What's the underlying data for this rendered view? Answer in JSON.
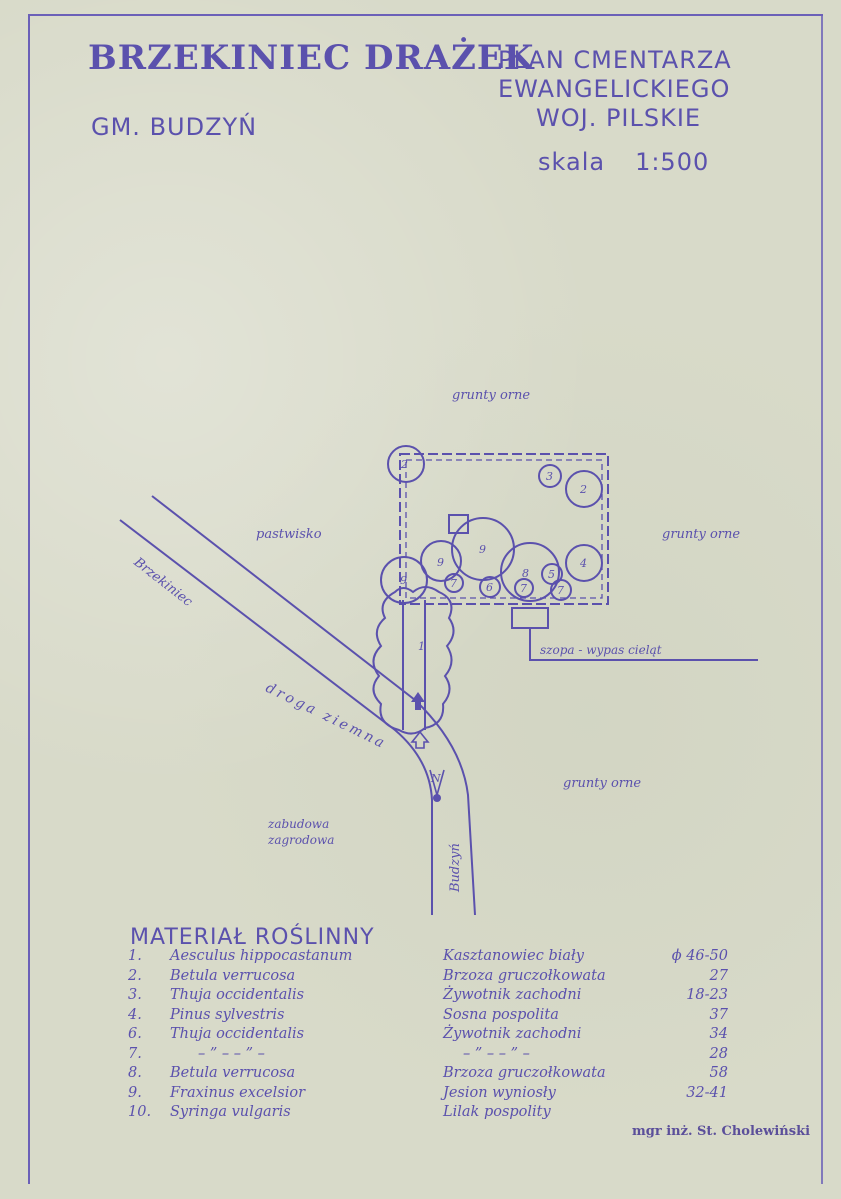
{
  "header": {
    "village": "BRZEKINIEC DRAŻEK",
    "plan_lines": [
      "PLAN CMENTARZA",
      "EWANGELICKIEGO",
      "WOJ. PILSKIE"
    ],
    "gmina": "GM. BUDZYŃ",
    "scale_label": "skala",
    "scale_value": "1:500"
  },
  "map": {
    "labels": {
      "north_field": "grunty orne",
      "east_field": "grunty orne",
      "south_field": "grunty orne",
      "pasture": "pastwisko",
      "road_brzekiniec": "Brzekiniec",
      "dirt_road": "droga ziemna",
      "road_budzyn": "Budzyń",
      "farm_1": "zabudowa",
      "farm_2": "zagrodowa",
      "shed": "szopa - wypas cieląt",
      "north_mark": "N"
    },
    "trees": [
      "2",
      "3",
      "2",
      "9",
      "9",
      "8",
      "5",
      "4",
      "9",
      "7",
      "6",
      "7",
      "7",
      "1"
    ]
  },
  "legend": {
    "title": "MATERIAŁ ROŚLINNY",
    "rows": [
      {
        "no": "1.",
        "latin": "Aesculus hippocastanum",
        "polish": "Kasztanowiec biały",
        "value": "ϕ 46-50"
      },
      {
        "no": "2.",
        "latin": "Betula verrucosa",
        "polish": "Brzoza gruczołkowata",
        "value": "27"
      },
      {
        "no": "3.",
        "latin": "Thuja occidentalis",
        "polish": "Żywotnik zachodni",
        "value": "18-23"
      },
      {
        "no": "4.",
        "latin": "Pinus sylvestris",
        "polish": "Sosna pospolita",
        "value": "37"
      },
      {
        "no": "6.",
        "latin": "Thuja occidentalis",
        "polish": "Żywotnik zachodni",
        "value": "34"
      },
      {
        "no": "7.",
        "latin": "– ” –          – ” –",
        "polish": "– ” –          – ” –",
        "value": "28"
      },
      {
        "no": "8.",
        "latin": "Betula verrucosa",
        "polish": "Brzoza gruczołkowata",
        "value": "58"
      },
      {
        "no": "9.",
        "latin": "Fraxinus excelsior",
        "polish": "Jesion wyniosły",
        "value": "32-41"
      },
      {
        "no": "10.",
        "latin": "Syringa vulgaris",
        "polish": "Lilak pospolity",
        "value": ""
      }
    ]
  },
  "signature": "mgr inż. St. Cholewiński",
  "colors": {
    "ink": "#5b51ad",
    "paper": "#d8dac9"
  }
}
